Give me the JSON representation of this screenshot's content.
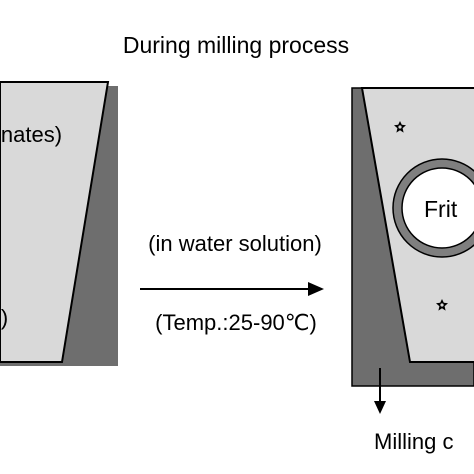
{
  "title": "During milling process",
  "left_vessel": {
    "label_top": "inates)",
    "label_bottom": "l)"
  },
  "process_arrow": {
    "label_top": "(in water solution)",
    "label_bottom": "(Temp.:25-90℃)"
  },
  "right_vessel": {
    "frit_label": "Frit",
    "outlet_label": "Milling c"
  },
  "colors": {
    "vessel_fill": "#d9d9d9",
    "vessel_shadow": "#6e6e6e",
    "frit_ring": "#7f7f7f",
    "frit_core": "#ffffff",
    "outline": "#000000"
  }
}
